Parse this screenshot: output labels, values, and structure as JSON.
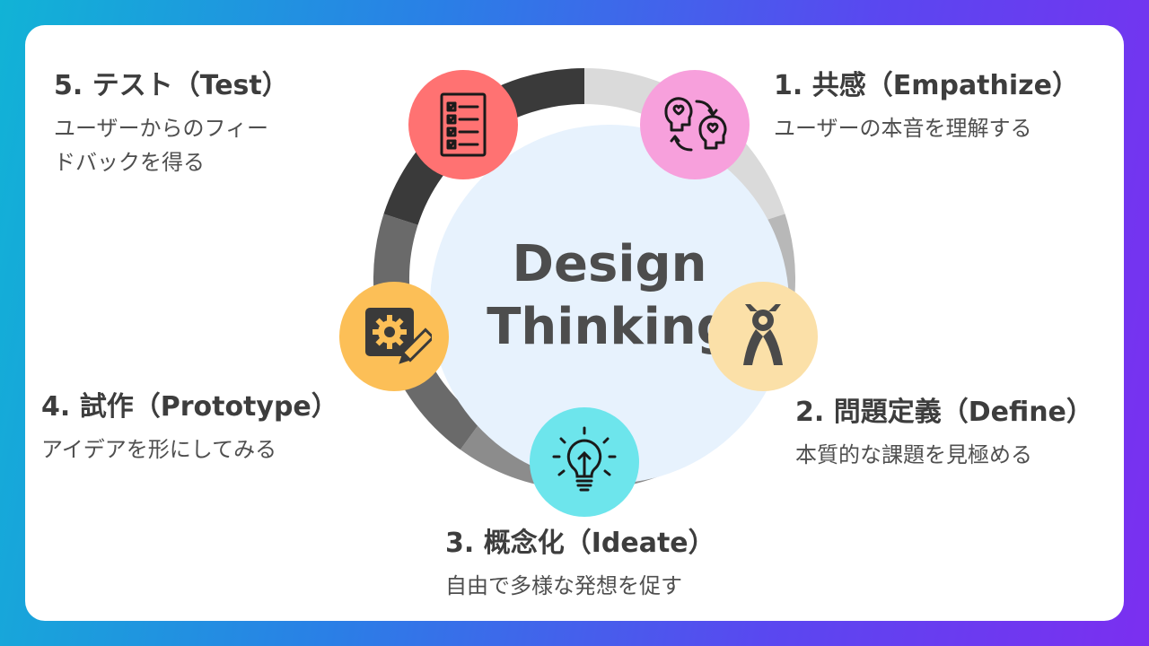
{
  "center": {
    "line1": "Design",
    "line2": "Thinking"
  },
  "steps": [
    {
      "title": "1. 共感（Empathize）",
      "desc": "ユーザーの本音を理解する",
      "icon": "empathy-heads-icon",
      "color": "#f7a0dc"
    },
    {
      "title": "2. 問題定義（Define）",
      "desc": "本質的な課題を見極める",
      "icon": "pliers-icon",
      "color": "#fbe0a8"
    },
    {
      "title": "3. 概念化（Ideate）",
      "desc": "自由で多様な発想を促す",
      "icon": "lightbulb-icon",
      "color": "#6de5ec"
    },
    {
      "title": "4. 試作（Prototype）",
      "desc": "アイデアを形にしてみる",
      "icon": "gear-pencil-icon",
      "color": "#fcbf57"
    },
    {
      "title": "5. テスト（Test）",
      "desc_line1": "ユーザーからのフィー",
      "desc_line2": "ドバックを得る",
      "icon": "checklist-icon",
      "color": "#ff7272"
    }
  ],
  "colors": {
    "ring": [
      "#d7d7d7",
      "#c4c4c4",
      "#a8a8a8",
      "#8a8a8a",
      "#6e6e6e",
      "#555555",
      "#3b3b3b"
    ],
    "text_dark": "#3d3d3d",
    "disc": "#e7f2fd"
  }
}
